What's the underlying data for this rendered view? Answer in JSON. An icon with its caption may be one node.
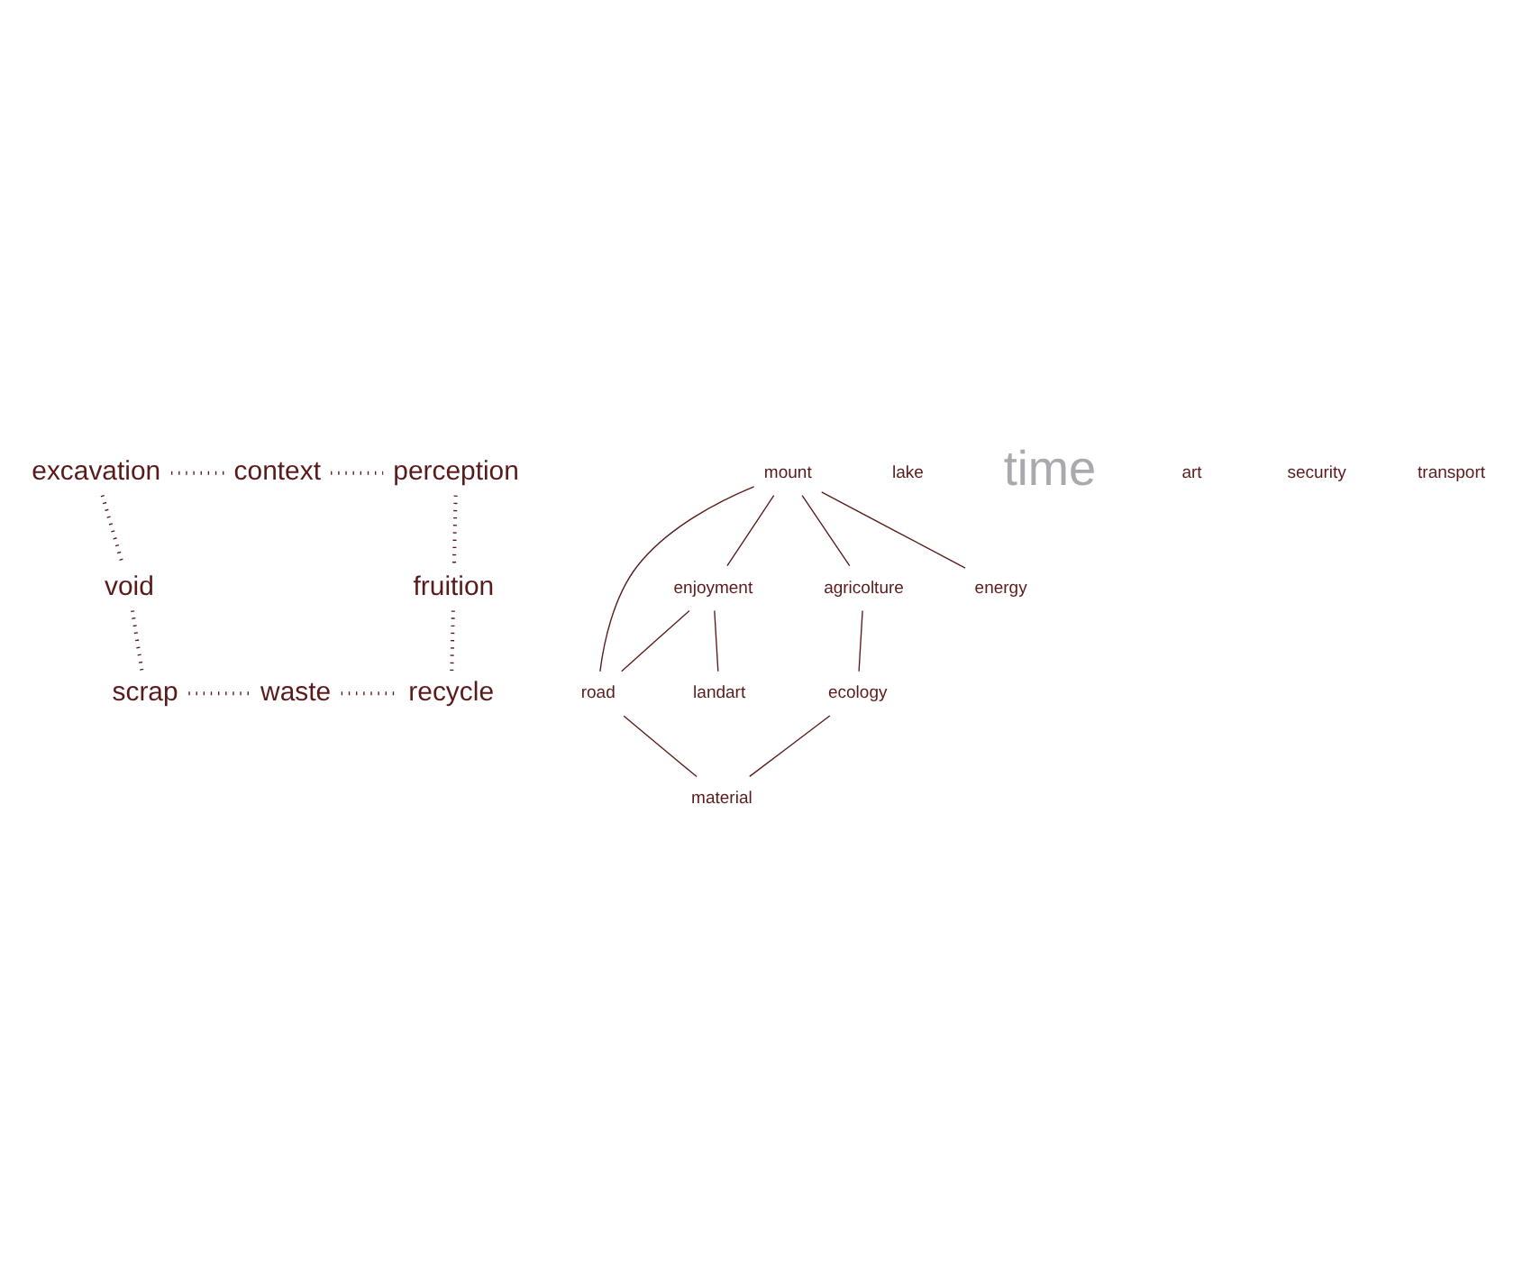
{
  "diagram": {
    "nodes": [
      {
        "text": [
          "excavation"
        ]
      },
      {
        "text": [
          "context"
        ]
      },
      {
        "text": [
          "perception"
        ]
      },
      {
        "text": [
          "road"
        ]
      },
      {
        "text": [
          "mount"
        ]
      },
      {
        "text": [
          "enjoyment"
        ]
      },
      {
        "text": [
          "agricolture"
        ]
      },
      {
        "text": [
          "void"
        ]
      },
      {
        "text": [
          "fruition"
        ]
      },
      {
        "text": [
          "ecology"
        ]
      },
      {
        "text": [
          "energy"
        ]
      },
      {
        "text": [
          "landart"
        ]
      },
      {
        "text": [
          "material"
        ]
      },
      {
        "text": [
          "scrap"
        ]
      },
      {
        "text": [
          "waste"
        ]
      },
      {
        "text": [
          "recycle"
        ]
      }
    ],
    "edges": [
      {
        "from": 0,
        "to": 1,
        "arrow": "none",
        "style": "dashed"
      },
      {
        "from": 1,
        "to": 2,
        "arrow": "none",
        "style": "dashed"
      },
      {
        "from": 0,
        "to": 7,
        "arrow": "none",
        "style": "dashed"
      },
      {
        "from": 2,
        "to": 8,
        "arrow": "none",
        "style": "dashed"
      },
      {
        "from": 4,
        "to": 3,
        "arrow": "none"
      },
      {
        "from": 5,
        "to": 3,
        "arrow": "none"
      },
      {
        "from": 4,
        "to": 5,
        "arrow": "none"
      },
      {
        "from": 4,
        "to": 6,
        "arrow": "none"
      },
      {
        "from": 4,
        "to": 10,
        "arrow": "none"
      },
      {
        "from": 3,
        "to": 12,
        "arrow": "none"
      },
      {
        "from": 5,
        "to": 11,
        "arrow": "none"
      },
      {
        "from": 6,
        "to": 9,
        "arrow": "none"
      },
      {
        "from": 9,
        "to": 12,
        "arrow": "none"
      },
      {
        "from": 7,
        "to": 13,
        "arrow": "none",
        "style": "dashed"
      },
      {
        "from": 8,
        "to": 15,
        "arrow": "none",
        "style": "dashed"
      },
      {
        "from": 13,
        "to": 14,
        "arrow": "none",
        "style": "dashed"
      },
      {
        "from": 14,
        "to": 15,
        "arrow": "none",
        "style": "dashed"
      }
    ],
    "labels": [
      "lake",
      "time",
      "art",
      "security",
      "transport"
    ]
  }
}
